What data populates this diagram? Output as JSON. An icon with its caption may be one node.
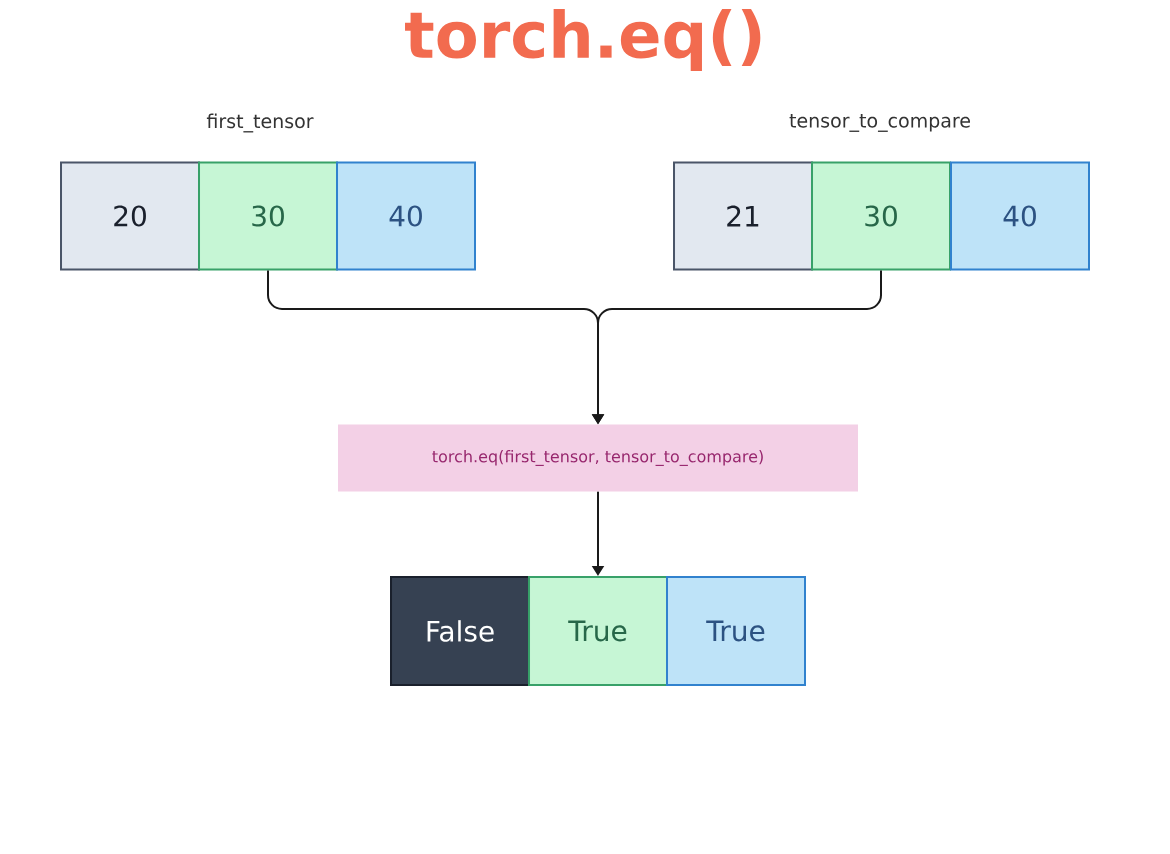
{
  "diagram": {
    "title": "torch.eq()",
    "nodes": [
      {
        "text": [
          "20"
        ]
      },
      {
        "text": [
          "30"
        ]
      },
      {
        "text": [
          "40"
        ]
      },
      {
        "text": [
          "21"
        ]
      },
      {
        "text": [
          "30"
        ]
      },
      {
        "text": [
          "40"
        ]
      },
      {
        "text": [
          "torch.eq(first_tensor, tensor_to_compare)"
        ]
      },
      {
        "text": [
          "False"
        ]
      },
      {
        "text": [
          "True"
        ]
      },
      {
        "text": [
          "True"
        ]
      }
    ],
    "edges": [
      {
        "from": 1,
        "to": 6,
        "arrow": "to"
      },
      {
        "from": 4,
        "to": 6,
        "arrow": "to"
      },
      {
        "from": 6,
        "to": 8,
        "arrow": "to"
      }
    ],
    "labels": [
      "first_tensor",
      "tensor_to_compare"
    ]
  }
}
